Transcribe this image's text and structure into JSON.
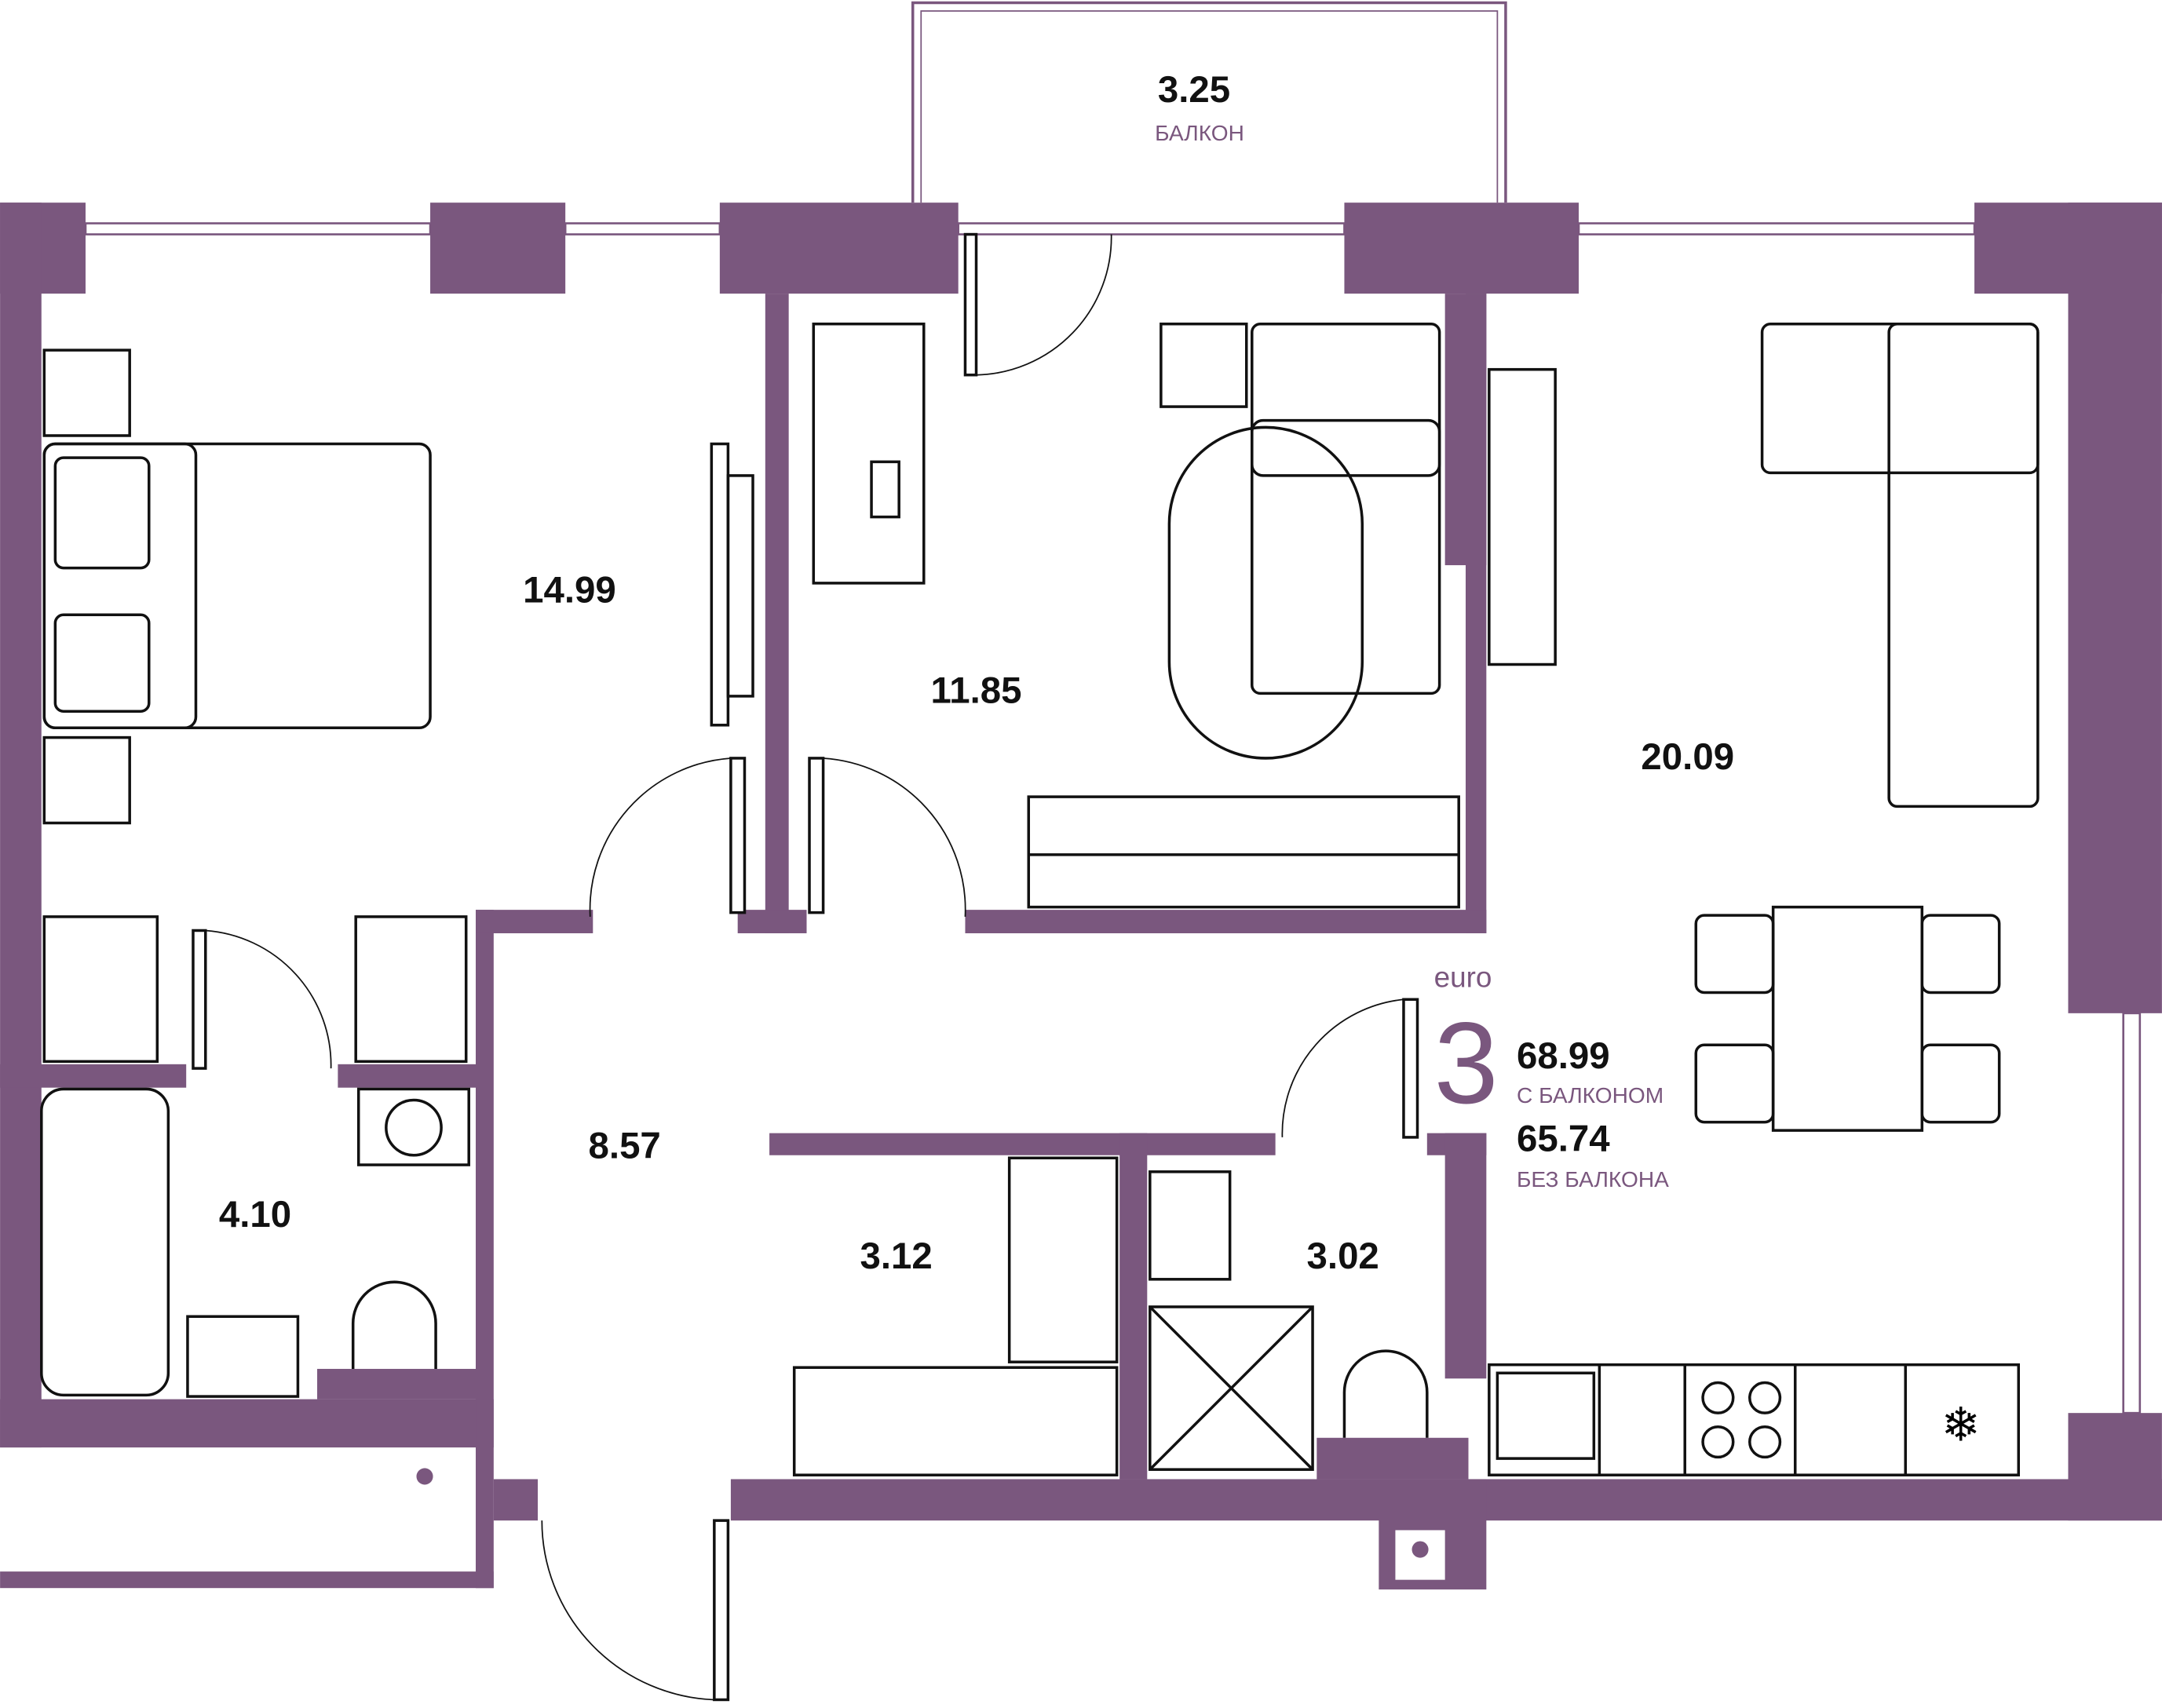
{
  "plan": {
    "accent_color": "#7a577e",
    "rooms": [
      {
        "id": "balcony",
        "area": "3.25",
        "label": "БАЛКОН"
      },
      {
        "id": "bedroom-1",
        "area": "14.99"
      },
      {
        "id": "bedroom-2",
        "area": "11.85"
      },
      {
        "id": "living-kitchen",
        "area": "20.09"
      },
      {
        "id": "hall",
        "area": "8.57"
      },
      {
        "id": "bathroom",
        "area": "4.10"
      },
      {
        "id": "storage",
        "area": "3.12"
      },
      {
        "id": "shower-room",
        "area": "3.02"
      }
    ],
    "summary": {
      "type_prefix": "euro",
      "rooms_count": "3",
      "total_with_balcony": "68.99",
      "with_balcony_label": "С БАЛКОНОМ",
      "total_without_balcony": "65.74",
      "without_balcony_label": "БЕЗ БАЛКОНА"
    }
  }
}
